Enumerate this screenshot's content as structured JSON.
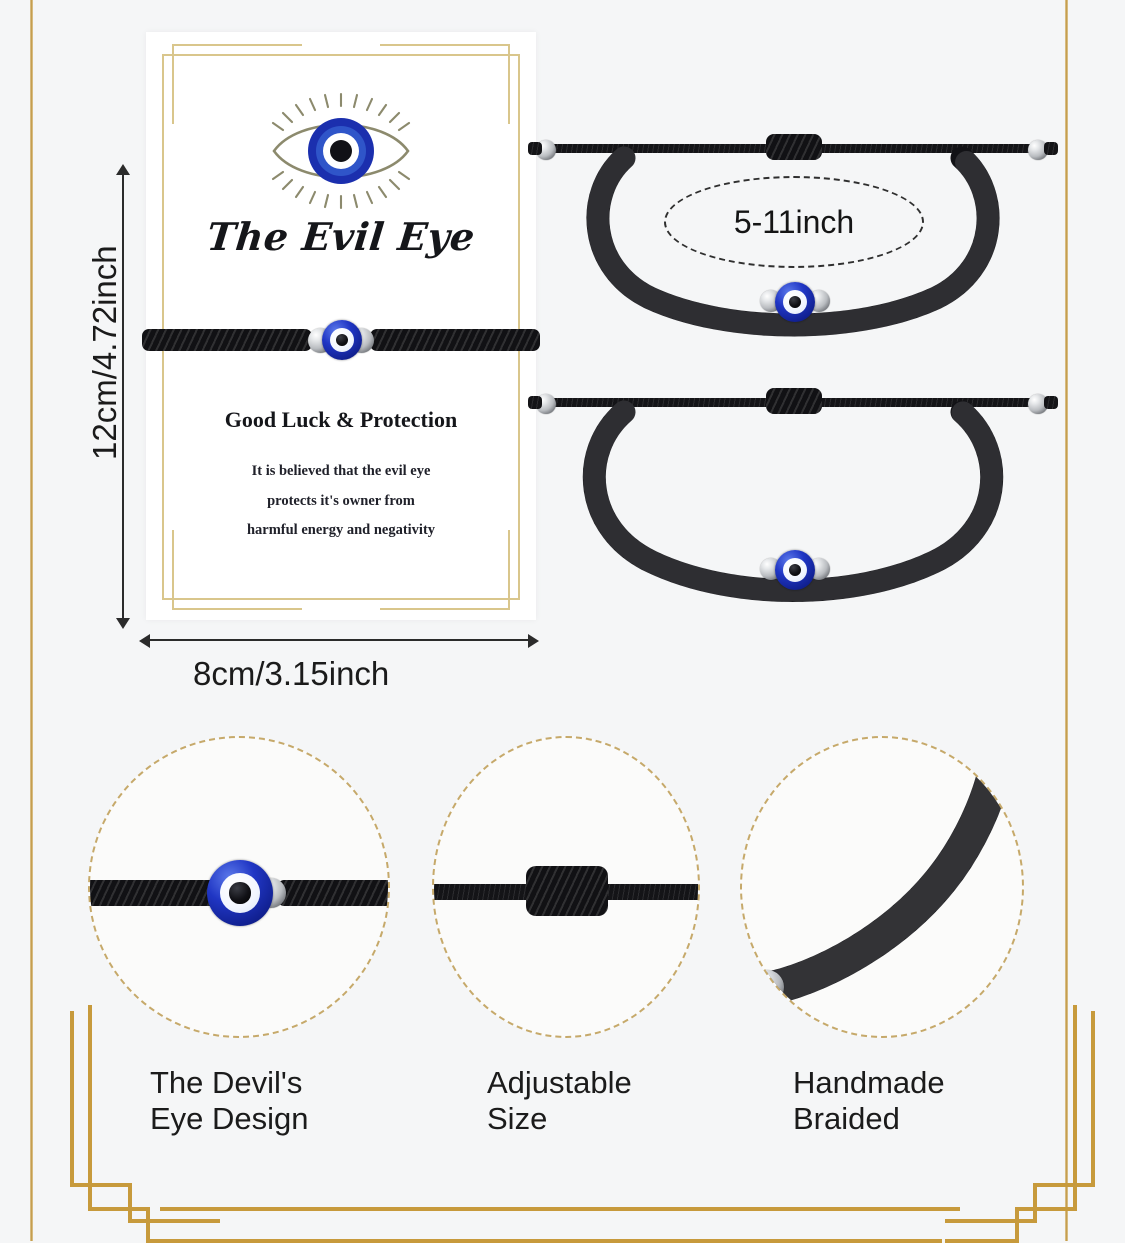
{
  "page": {
    "background": "#f5f6f7",
    "accent_gold": "#c79a3c",
    "eye_blue": "#1f35c2"
  },
  "card": {
    "logo_icon": "evil-eye-icon",
    "title": "The Evil Eye",
    "subtitle": "Good Luck & Protection",
    "body_lines": [
      "It is believed that the evil eye",
      "protects it's owner from",
      "harmful energy and negativity"
    ]
  },
  "dimensions": {
    "height_label": "12cm/4.72inch",
    "width_label": "8cm/3.15inch"
  },
  "bracelets": {
    "size_callout": "5-11inch",
    "items": [
      {
        "name": "evil-eye-bracelet-top"
      },
      {
        "name": "evil-eye-bracelet-bottom"
      }
    ]
  },
  "features": [
    {
      "icon": "evil-eye-bead-icon",
      "label": "The Devil's\nEye Design"
    },
    {
      "icon": "sliding-knot-icon",
      "label": "Adjustable\nSize"
    },
    {
      "icon": "braided-cord-icon",
      "label": "Handmade\nBraided"
    }
  ]
}
